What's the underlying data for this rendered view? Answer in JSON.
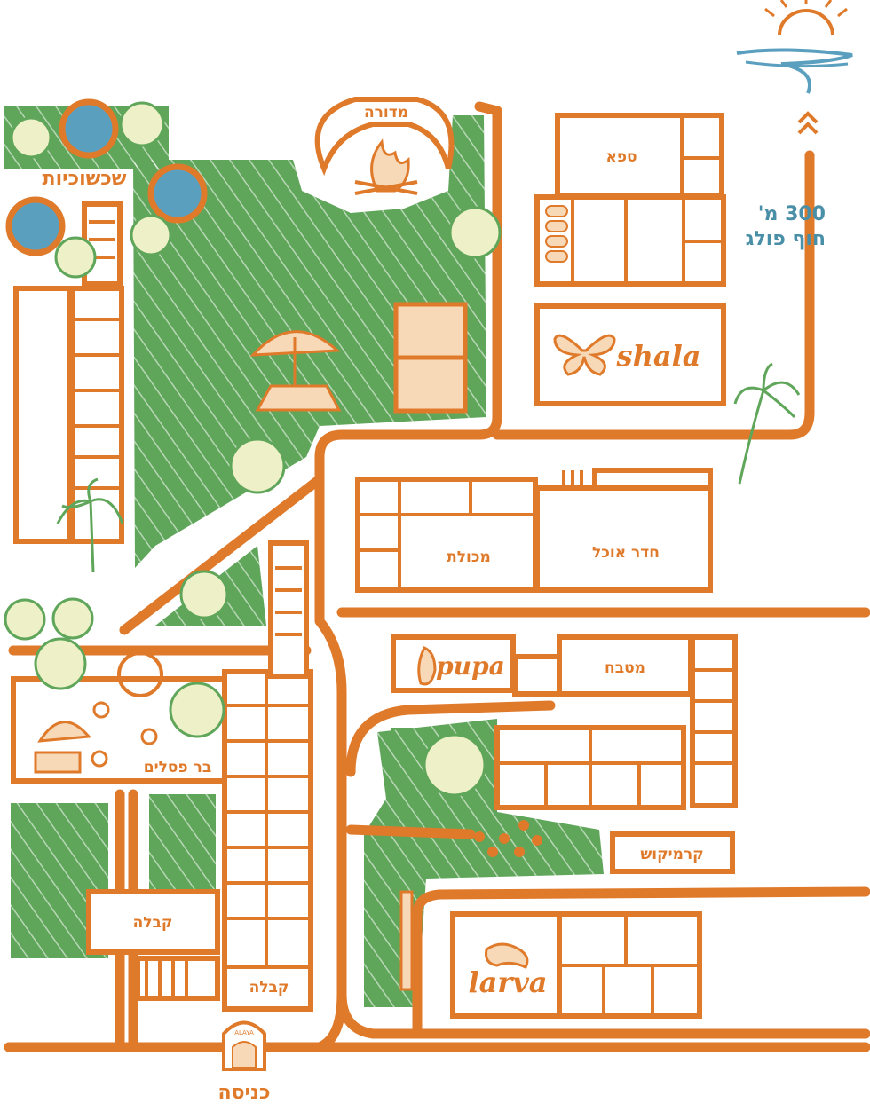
{
  "labels": {
    "fire_pit": "מדורה",
    "cabins": "שכשוכיות",
    "spa": "ספא",
    "beach_distance": "300 מ'",
    "beach_name": "חוף פולג",
    "grocery": "מכולת",
    "dining_room": "חדר אוכל",
    "kitchen": "מטבח",
    "ceramics": "קרמיקוש",
    "sculpture_bar": "בר פסלים",
    "reception_1": "קבלה",
    "reception_2": "קבלה",
    "entrance": "כניסה"
  },
  "brands": {
    "shala": "shala",
    "pupa": "pupa",
    "larva": "larva"
  },
  "entrance_sign": "ALAYA",
  "icons": {
    "sun_over_sea": "sun-icon",
    "fire": "campfire-icon",
    "butterfly": "butterfly-icon",
    "cocoon": "cocoon-icon",
    "caterpillar": "caterpillar-icon",
    "umbrella": "beach-umbrella-icon",
    "palm": "palm-tree-icon"
  },
  "colors": {
    "roads": "#e07a2b",
    "grass": "#5fa65a",
    "water": "#5b9fbf",
    "trees": "#eef0c8",
    "beach_text": "#4a8fa8"
  }
}
